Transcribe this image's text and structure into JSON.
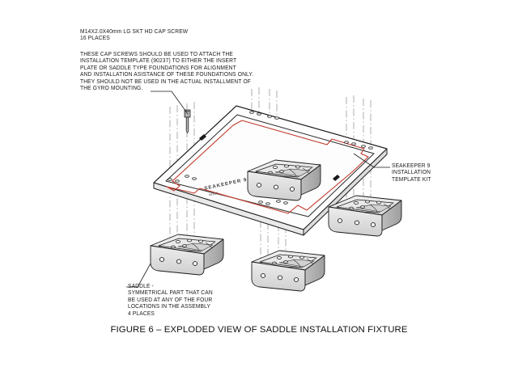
{
  "figure": {
    "caption": "FIGURE 6 – EXPLODED VIEW OF SADDLE INSTALLATION FIXTURE",
    "background_color": "#ffffff",
    "line_color": "#1a1a1a",
    "highlight_color": "#c0392b",
    "shade_color": "#d9d9d9"
  },
  "notes": {
    "fastener": "M14X2.0X40mm LG SKT HD CAP SCREW\n16 PLACES",
    "cap_screw_usage": "THESE CAP SCREWS SHOULD BE USED TO ATTACH THE\nINSTALLATION TEMPLATE (90237) TO EITHER THE INSERT\nPLATE OR SADDLE TYPE FOUNDATIONS FOR ALIGNMENT\nAND INSTALLATION ASISTANCE OF THESE FOUNDATIONS ONLY.\nTHEY SHOULD NOT BE USED IN THE ACTUAL INSTALLMENT OF\nTHE GYRO MOUNTING."
  },
  "callouts": {
    "template_kit": "SEAKEEPER 9\nINSTALLATION\nTEMPLATE KIT",
    "saddle": "SADDLE -\nSYMMETRICAL PART THAT CAN\nBE USED AT ANY OF THE FOUR\nLOCATIONS IN THE ASSEMBLY\n4 PLACES"
  },
  "plate": {
    "emboss_main": "SEAKEEPER 9",
    "emboss_sub": "90237"
  },
  "parts": {
    "saddle_count": 4,
    "cap_screw_count": 16
  }
}
